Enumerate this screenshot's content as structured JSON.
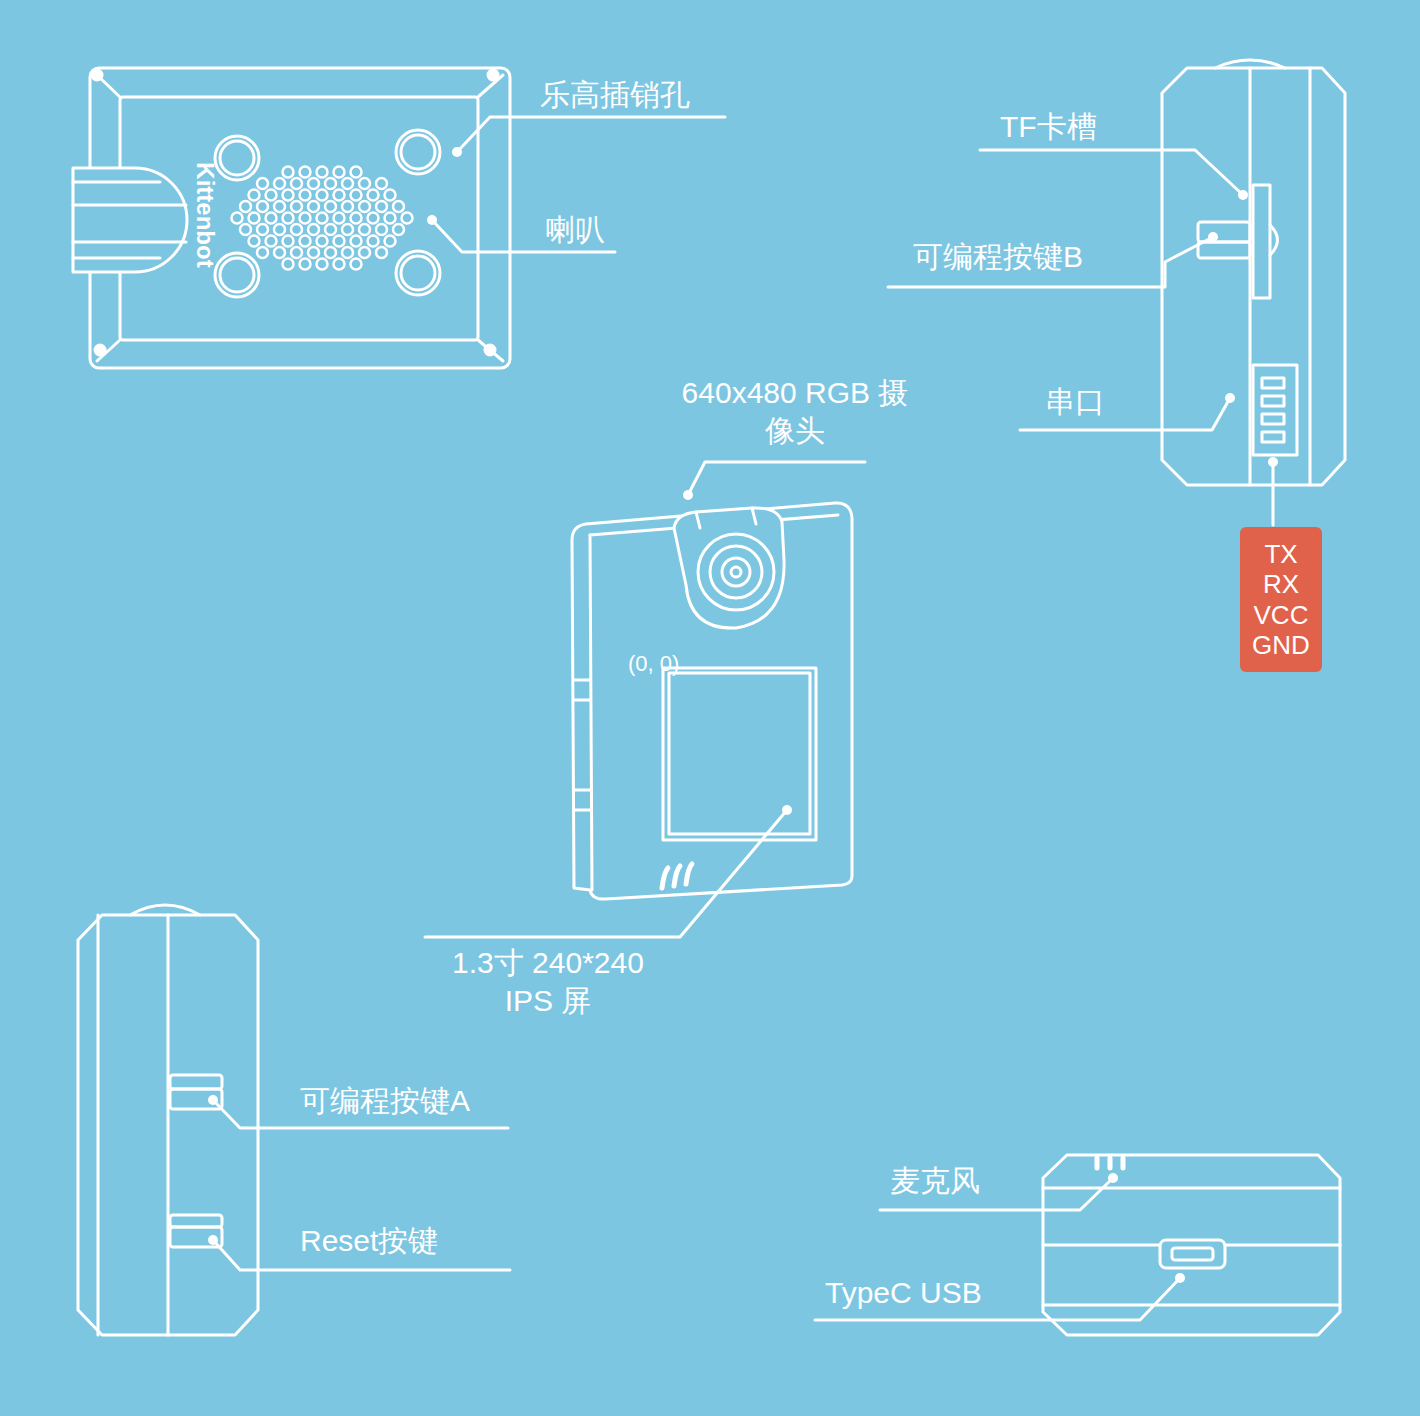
{
  "diagram": {
    "nodes": [
      {
        "text": [
          "TX RX VCC GND"
        ]
      }
    ],
    "labels": [
      "乐高插销孔",
      "Kittenbot",
      "喇叭",
      "TF卡槽",
      "可编程按键B",
      "串口",
      "640x480 RGB 摄像头",
      "(0, 0)",
      "1.3寸 240*240 IPS 屏",
      "可编程按键A",
      "Reset按键",
      "麦克风",
      "TypeC USB"
    ]
  }
}
